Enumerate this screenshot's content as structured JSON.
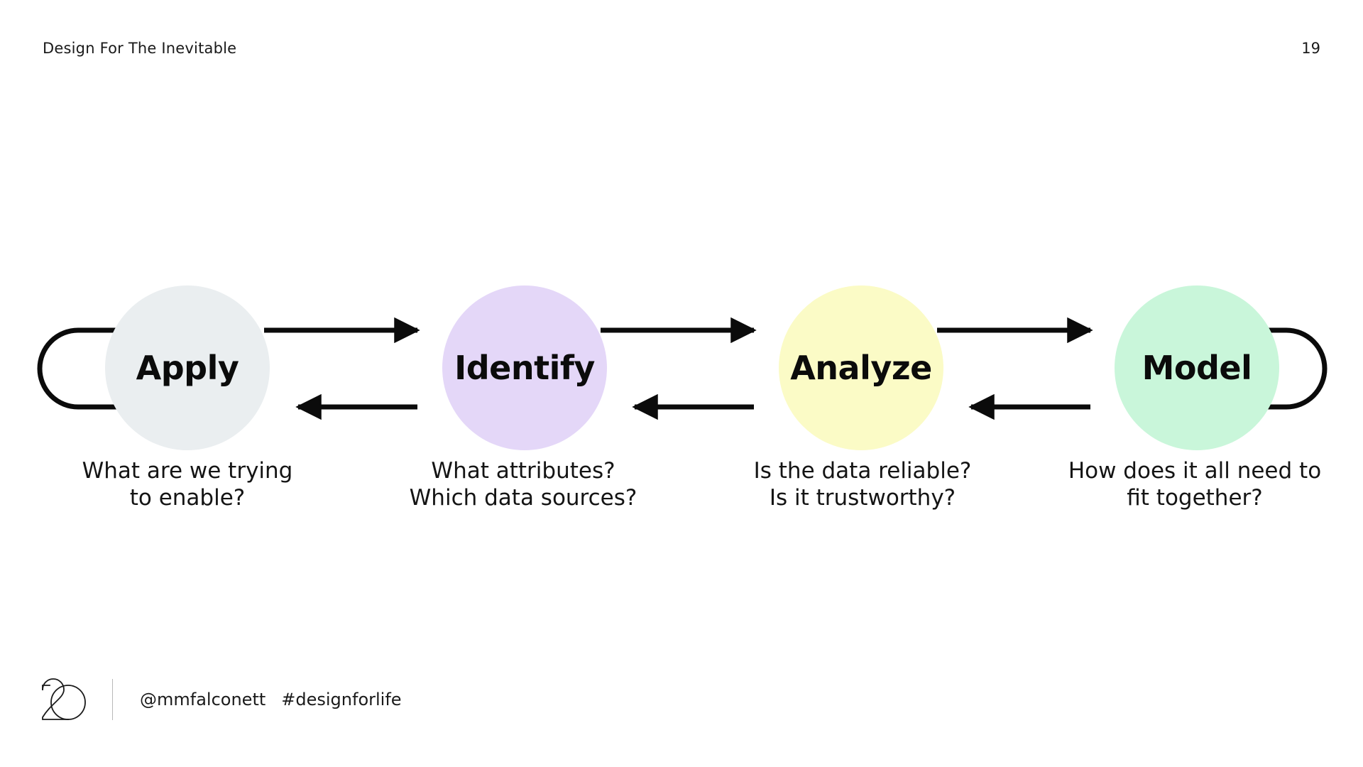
{
  "header": {
    "deck_title": "Design For The Inevitable",
    "page_number": "19"
  },
  "diagram": {
    "type": "cyclical-process-flow",
    "loop_direction": "bidirectional-with-wraparound",
    "nodes": [
      {
        "id": "apply",
        "label": "Apply",
        "color": "#eaeef0",
        "caption_line1": "What are we trying",
        "caption_line2": "to enable?"
      },
      {
        "id": "identify",
        "label": "Identify",
        "color": "#e4d7f8",
        "caption_line1": "What attributes?",
        "caption_line2": "Which data sources?"
      },
      {
        "id": "analyze",
        "label": "Analyze",
        "color": "#fbfbc6",
        "caption_line1": "Is the data reliable?",
        "caption_line2": "Is it trustworthy?"
      },
      {
        "id": "model",
        "label": "Model",
        "color": "#c9f6da",
        "caption_line1": "How does it all need to",
        "caption_line2": "fit together?"
      }
    ],
    "connector_color": "#0b0b0b"
  },
  "footer": {
    "logo_name": "20-monogram-logo",
    "handle": "@mmfalconett",
    "hashtag": "#designforlife"
  }
}
